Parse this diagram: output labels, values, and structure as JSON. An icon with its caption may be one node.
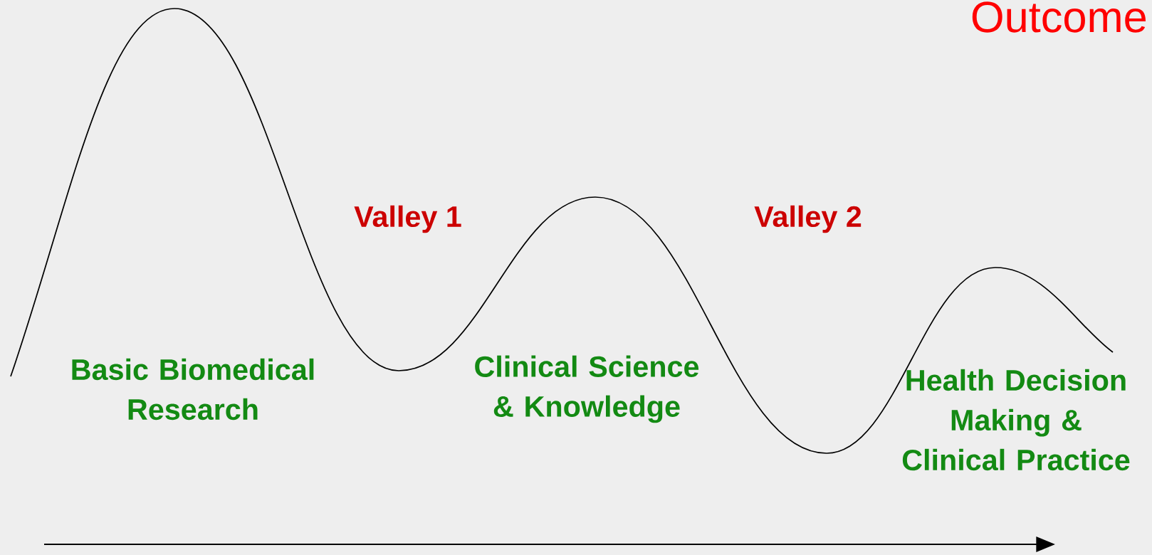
{
  "diagram": {
    "labels": [
      "Outcome",
      "Valley 1",
      "Valley 2",
      "Basic Biomedical Research",
      "Clinical Science & Knowledge",
      "Health Decision Making & Clinical Practice"
    ]
  }
}
